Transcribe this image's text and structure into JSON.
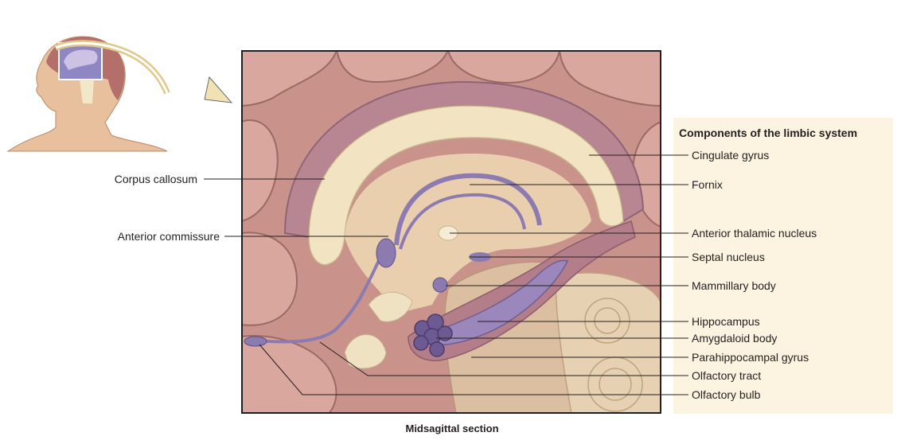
{
  "figure": {
    "caption": "Midsagittal section",
    "legend_title": "Components of the limbic system"
  },
  "left_labels": [
    {
      "id": "corpus-callosum",
      "text": "Corpus callosum"
    },
    {
      "id": "anterior-commissure",
      "text": "Anterior commissure"
    }
  ],
  "right_labels": [
    {
      "id": "cingulate-gyrus",
      "text": "Cingulate gyrus"
    },
    {
      "id": "fornix",
      "text": "Fornix"
    },
    {
      "id": "anterior-thalamic-nucleus",
      "text": "Anterior thalamic nucleus"
    },
    {
      "id": "septal-nucleus",
      "text": "Septal nucleus"
    },
    {
      "id": "mammillary-body",
      "text": "Mammillary body"
    },
    {
      "id": "hippocampus",
      "text": "Hippocampus"
    },
    {
      "id": "amygdaloid-body",
      "text": "Amygdaloid body"
    },
    {
      "id": "parahippocampal-gyrus",
      "text": "Parahippocampal gyrus"
    },
    {
      "id": "olfactory-tract",
      "text": "Olfactory tract"
    },
    {
      "id": "olfactory-bulb",
      "text": "Olfactory bulb"
    }
  ],
  "colors": {
    "legend_panel": "#fdf3e1",
    "cortex": "#d9a79d",
    "cingulate": "#b88592",
    "white_matter": "#f2e3c3",
    "limbic": "#8c7bb0",
    "leader_line": "#231f20"
  }
}
